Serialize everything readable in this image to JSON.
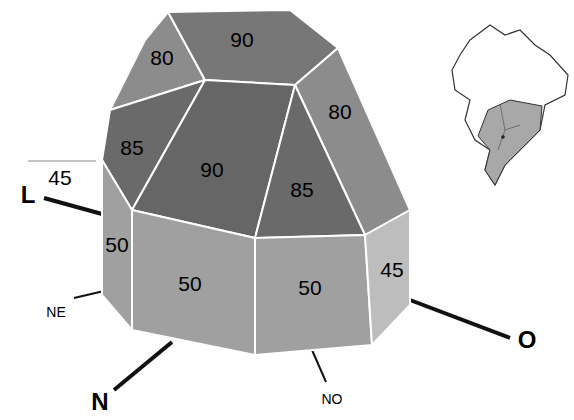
{
  "diagram": {
    "nodes": [
      {
        "text": [
          "80"
        ]
      },
      {
        "text": [
          "90"
        ]
      },
      {
        "text": [
          "80"
        ]
      },
      {
        "text": [
          "85"
        ]
      },
      {
        "text": [
          "90"
        ]
      },
      {
        "text": [
          "85"
        ]
      },
      {
        "text": [
          "50"
        ]
      },
      {
        "text": [
          "50"
        ]
      },
      {
        "text": [
          "50"
        ]
      },
      {
        "text": [
          "45"
        ]
      }
    ],
    "labels": [
      "45",
      "L",
      "NE",
      "O",
      "NO",
      "N"
    ]
  }
}
